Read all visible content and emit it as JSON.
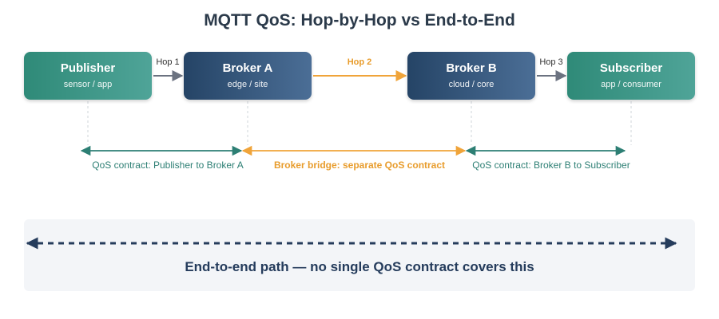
{
  "title": "MQTT QoS: Hop-by-Hop vs End-to-End",
  "nodes": [
    {
      "name": "Publisher",
      "role": "sensor / app"
    },
    {
      "name": "Broker A",
      "role": "edge / site"
    },
    {
      "name": "Broker B",
      "role": "cloud / core"
    },
    {
      "name": "Subscriber",
      "role": "app / consumer"
    }
  ],
  "hops": [
    "Hop 1",
    "Hop 2",
    "Hop 3"
  ],
  "contracts": [
    "QoS contract: Publisher to Broker A",
    "Broker bridge: separate QoS contract",
    "QoS contract: Broker B to Subscriber"
  ],
  "end_to_end": "End-to-end path — no single QoS contract covers this",
  "colors": {
    "teal": "#2f8a78",
    "navy": "#254466",
    "orange": "#f0a43a",
    "gray": "#6b7280",
    "panel": "#f3f5f8"
  }
}
